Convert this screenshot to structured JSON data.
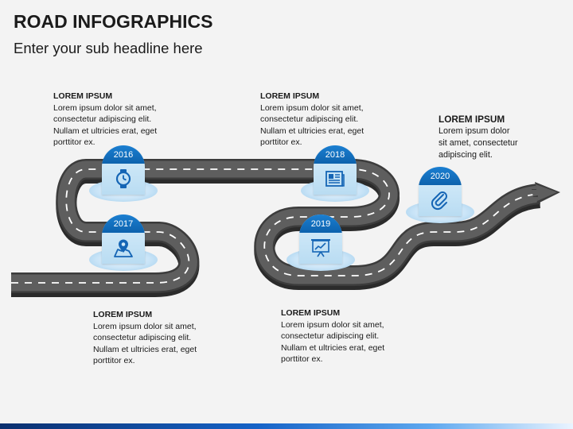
{
  "header": {
    "title": "ROAD INFOGRAPHICS",
    "subtitle": "Enter your sub headline here"
  },
  "colors": {
    "accent": "#0f6fc0",
    "road": "#5b5b5b",
    "road_edge": "#3a3a3a",
    "marker_body": "#c7e3f5"
  },
  "milestones": [
    {
      "year": "2016",
      "icon": "watch-icon",
      "heading": "LOREM IPSUM",
      "lines": [
        "Lorem ipsum dolor sit amet,",
        "consectetur adipiscing elit.",
        "Nullam et ultricies erat, eget",
        "porttitor ex."
      ]
    },
    {
      "year": "2017",
      "icon": "map-pin-icon",
      "heading": "LOREM IPSUM",
      "lines": [
        "Lorem ipsum dolor sit amet,",
        "consectetur adipiscing elit.",
        "Nullam et ultricies erat, eget",
        "porttitor ex."
      ]
    },
    {
      "year": "2018",
      "icon": "newspaper-icon",
      "heading": "LOREM IPSUM",
      "lines": [
        "Lorem ipsum dolor sit amet,",
        "consectetur adipiscing elit.",
        "Nullam et ultricies erat, eget",
        "porttitor ex."
      ]
    },
    {
      "year": "2019",
      "icon": "presentation-chart-icon",
      "heading": "LOREM IPSUM",
      "lines": [
        "Lorem ipsum dolor sit amet,",
        "consectetur adipiscing elit.",
        "Nullam et ultricies erat, eget",
        "porttitor ex."
      ]
    },
    {
      "year": "2020",
      "icon": "paperclip-icon",
      "heading": "LOREM IPSUM",
      "lines": [
        "Lorem ipsum dolor",
        "sit amet, consectetur",
        "adipiscing elit."
      ]
    }
  ]
}
